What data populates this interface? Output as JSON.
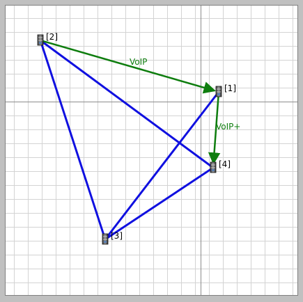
{
  "colors": {
    "background": "#ffffff",
    "frame": "#c0c0c0",
    "grid": "#d3d3d3",
    "axis": "#8c8c8c",
    "link": "#1010e0",
    "flow": "#0e7d0e",
    "flow_label": "#0e7d0e",
    "node_label": "#000000"
  },
  "nodes": [
    {
      "id": "2",
      "label": "[2]",
      "icon": "server-icon"
    },
    {
      "id": "1",
      "label": "[1]",
      "icon": "server-icon"
    },
    {
      "id": "4",
      "label": "[4]",
      "icon": "server-icon"
    },
    {
      "id": "3",
      "label": "[3]",
      "icon": "server-icon"
    }
  ],
  "links": [
    {
      "from": "2",
      "to": "3"
    },
    {
      "from": "2",
      "to": "4"
    },
    {
      "from": "3",
      "to": "1"
    },
    {
      "from": "3",
      "to": "4"
    }
  ],
  "flows": [
    {
      "from": "2",
      "to": "1",
      "label": "VoIP"
    },
    {
      "from": "1",
      "to": "4",
      "label": "VoIP+"
    }
  ]
}
